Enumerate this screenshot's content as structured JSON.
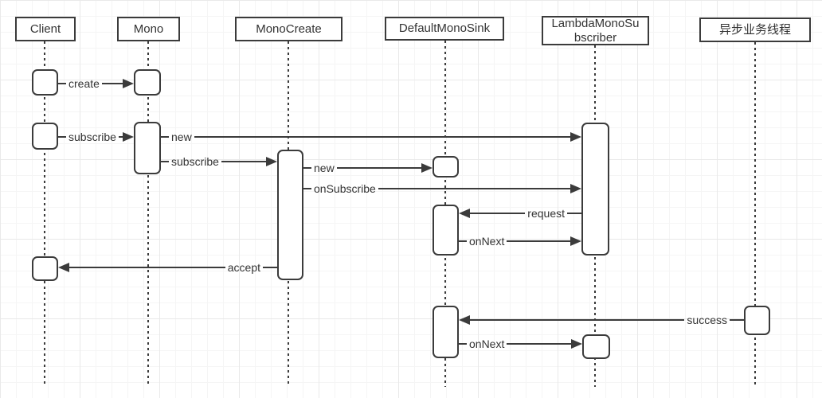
{
  "diagram": {
    "type": "uml-sequence-diagram",
    "colors": {
      "line": "#3b3b3b",
      "text": "#333333",
      "shape_fill": "#ffffff",
      "background": "#ffffff",
      "grid_minor": "#f5f5f5",
      "grid_major": "#e9e9e9"
    },
    "actors": [
      {
        "label": "Client"
      },
      {
        "label": "Mono"
      },
      {
        "label": "MonoCreate"
      },
      {
        "label": "DefaultMonoSink"
      },
      {
        "label": "LambdaMonoSubscriber",
        "label_lines": [
          "LambdaMonoSu",
          "bscriber"
        ]
      },
      {
        "label": "异步业务线程"
      }
    ],
    "messages": [
      {
        "label": "create",
        "from": "Client",
        "to": "Mono"
      },
      {
        "label": "subscribe",
        "from": "Client",
        "to": "Mono"
      },
      {
        "label": "new",
        "from": "Mono",
        "to": "LambdaMonoSubscriber"
      },
      {
        "label": "subscribe",
        "from": "Mono",
        "to": "MonoCreate"
      },
      {
        "label": "new",
        "from": "MonoCreate",
        "to": "DefaultMonoSink"
      },
      {
        "label": "onSubscribe",
        "from": "MonoCreate",
        "to": "LambdaMonoSubscriber"
      },
      {
        "label": "request",
        "from": "LambdaMonoSubscriber",
        "to": "DefaultMonoSink"
      },
      {
        "label": "onNext",
        "from": "DefaultMonoSink",
        "to": "LambdaMonoSubscriber"
      },
      {
        "label": "accept",
        "from": "MonoCreate",
        "to": "Client"
      },
      {
        "label": "success",
        "from": "异步业务线程",
        "to": "DefaultMonoSink"
      },
      {
        "label": "onNext",
        "from": "DefaultMonoSink",
        "to": "LambdaMonoSubscriber"
      }
    ]
  }
}
